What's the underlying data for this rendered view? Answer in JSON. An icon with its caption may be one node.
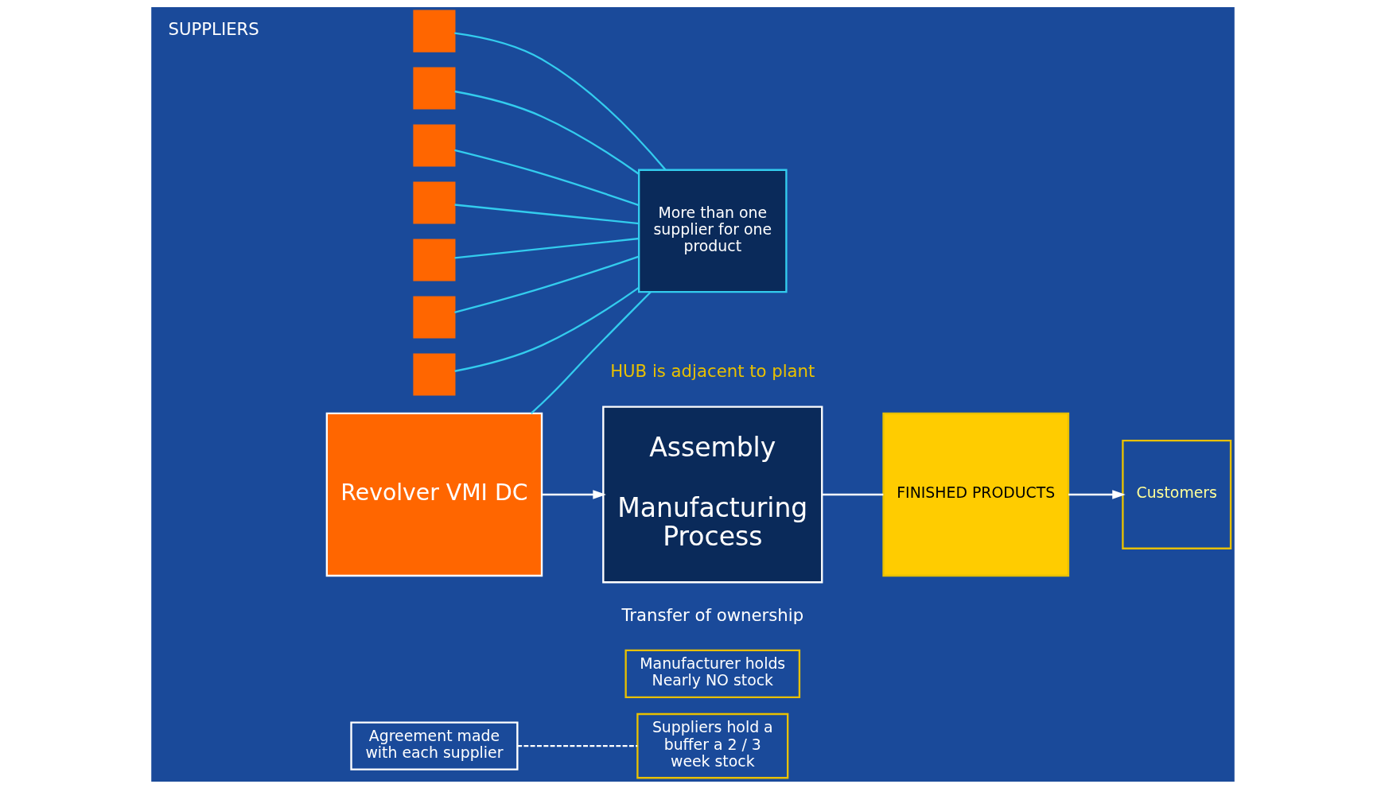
{
  "diagram": {
    "nodes": [
      {
        "text": [
          "Agreement made with each supplier"
        ]
      },
      {
        "text": [
          "Suppliers hold a buffer a 2 / 3 week stock"
        ]
      },
      {
        "text": [
          "Manufacturer holds Nearly NO stock"
        ]
      },
      {
        "text": [],
        "shape": "box"
      },
      {
        "text": [],
        "shape": "box"
      },
      {
        "text": [],
        "shape": "box"
      },
      {
        "text": [],
        "shape": "box"
      },
      {
        "text": [],
        "shape": "box"
      },
      {
        "text": [],
        "shape": "box"
      },
      {
        "text": [],
        "shape": "box"
      },
      {
        "text": [
          "More than one supplier for one product"
        ]
      },
      {
        "text": [
          "Revolver VMI DC"
        ]
      },
      {
        "text": [
          "Assembly",
          "Manufacturing Process"
        ]
      },
      {
        "text": [
          "FINISHED PRODUCTS"
        ]
      },
      {
        "text": [
          "Customers"
        ]
      }
    ],
    "edges": [
      {
        "from": 0,
        "to": 1,
        "arrow": "none",
        "style": "dashed",
        "color": "#ffffff"
      },
      {
        "from": 3,
        "to": 10,
        "arrow": "none"
      },
      {
        "from": 4,
        "to": 10,
        "arrow": "none"
      },
      {
        "from": 5,
        "to": 10,
        "arrow": "none"
      },
      {
        "from": 6,
        "to": 10,
        "arrow": "none"
      },
      {
        "from": 7,
        "to": 10,
        "arrow": "none"
      },
      {
        "from": 8,
        "to": 10,
        "arrow": "none"
      },
      {
        "from": 9,
        "to": 10,
        "arrow": "none"
      },
      {
        "from": 10,
        "to": 11,
        "arrow": "none"
      },
      {
        "from": 11,
        "to": 12,
        "arrow": "to",
        "color": "#ffffff"
      },
      {
        "from": 12,
        "to": 13,
        "arrow": "none",
        "color": "#ffffff"
      },
      {
        "from": 13,
        "to": 14,
        "arrow": "to",
        "color": "#ffffff"
      }
    ],
    "labels": [
      "SUPPLIERS",
      "HUB is adjacent to plant",
      "Transfer of ownership"
    ]
  }
}
